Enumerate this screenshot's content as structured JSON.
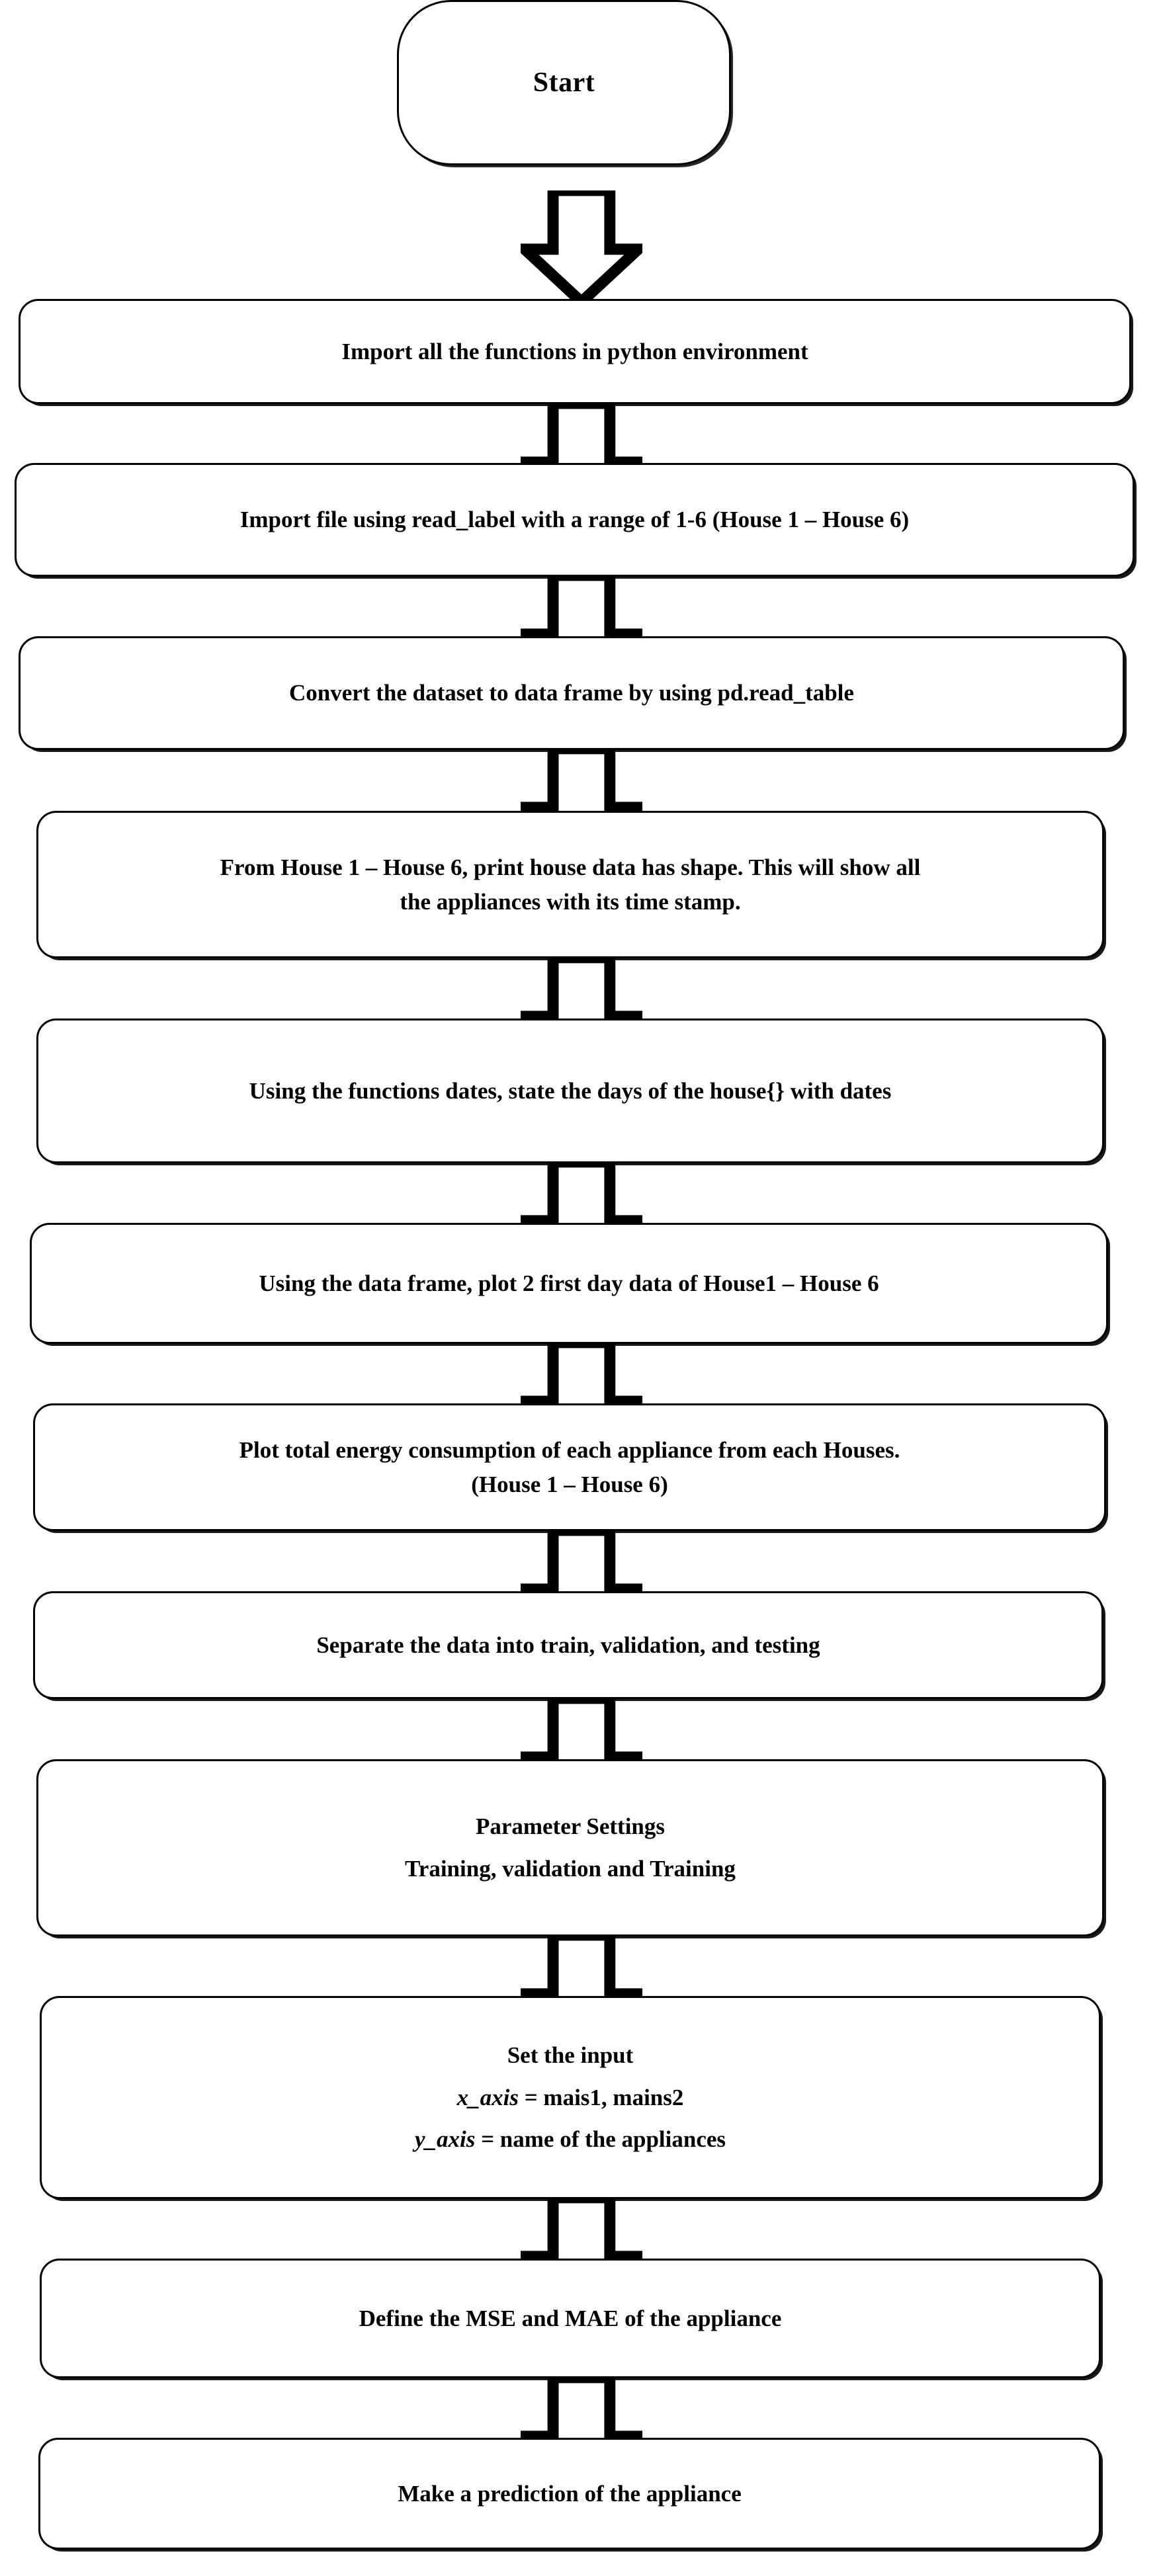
{
  "diagram": {
    "title": "Energy disaggregation workflow flowchart",
    "orientation": "top-to-bottom",
    "stroke_color": "#000000",
    "fill_color": "#FFFFFF",
    "nodes": [
      {
        "id": "n1",
        "shape": "terminator",
        "text": "Start"
      },
      {
        "id": "n2",
        "shape": "process",
        "text": "Import all the functions in python environment"
      },
      {
        "id": "n3",
        "shape": "process",
        "text": "Import file using read_label with a range of 1-6 (House 1 – House 6)"
      },
      {
        "id": "n4",
        "shape": "process",
        "text": "Convert the dataset to data frame by using pd.read_table"
      },
      {
        "id": "n5",
        "shape": "process",
        "line1": "From House 1 – House 6, print house data has shape. This will show all",
        "line2": "the appliances with its time stamp."
      },
      {
        "id": "n6",
        "shape": "process",
        "text": "Using the functions dates, state the days of the house{} with dates"
      },
      {
        "id": "n7",
        "shape": "process",
        "text": "Using the data frame, plot 2 first day data of House1 – House 6"
      },
      {
        "id": "n8",
        "shape": "process",
        "line1": "Plot total energy consumption of each appliance from each Houses.",
        "line2": "(House 1 – House 6)"
      },
      {
        "id": "n9",
        "shape": "process",
        "text": "Separate the data into train, validation, and testing"
      },
      {
        "id": "n10",
        "shape": "process",
        "line1": "Parameter Settings",
        "line2": "Training, validation and Training"
      },
      {
        "id": "n11",
        "shape": "process",
        "line1": "Set the input",
        "line2_var": "x_axis",
        "line2_rest": " = mais1, mains2",
        "line3_var": "y_axis",
        "line3_rest": " = name of the appliances"
      },
      {
        "id": "n12",
        "shape": "process",
        "text": "Define the MSE and MAE of the appliance"
      },
      {
        "id": "n13",
        "shape": "process",
        "text": "Make a prediction of the appliance"
      }
    ],
    "connectors": [
      {
        "id": "a1",
        "from": "n1",
        "to": "n2",
        "type": "block-arrow-down"
      },
      {
        "id": "a2",
        "from": "n2",
        "to": "n3",
        "type": "block-arrow-down"
      },
      {
        "id": "a3",
        "from": "n3",
        "to": "n4",
        "type": "block-arrow-down"
      },
      {
        "id": "a4",
        "from": "n4",
        "to": "n5",
        "type": "block-arrow-down"
      },
      {
        "id": "a5",
        "from": "n5",
        "to": "n6",
        "type": "block-arrow-down"
      },
      {
        "id": "a6",
        "from": "n6",
        "to": "n7",
        "type": "block-arrow-down"
      },
      {
        "id": "a7",
        "from": "n7",
        "to": "n8",
        "type": "block-arrow-down"
      },
      {
        "id": "a8",
        "from": "n8",
        "to": "n9",
        "type": "block-arrow-down"
      },
      {
        "id": "a9",
        "from": "n9",
        "to": "n10",
        "type": "block-arrow-down"
      },
      {
        "id": "a10",
        "from": "n10",
        "to": "n11",
        "type": "block-arrow-down"
      },
      {
        "id": "a11",
        "from": "n11",
        "to": "n12",
        "type": "block-arrow-down"
      },
      {
        "id": "a12",
        "from": "n12",
        "to": "n13",
        "type": "block-arrow-down"
      }
    ]
  }
}
